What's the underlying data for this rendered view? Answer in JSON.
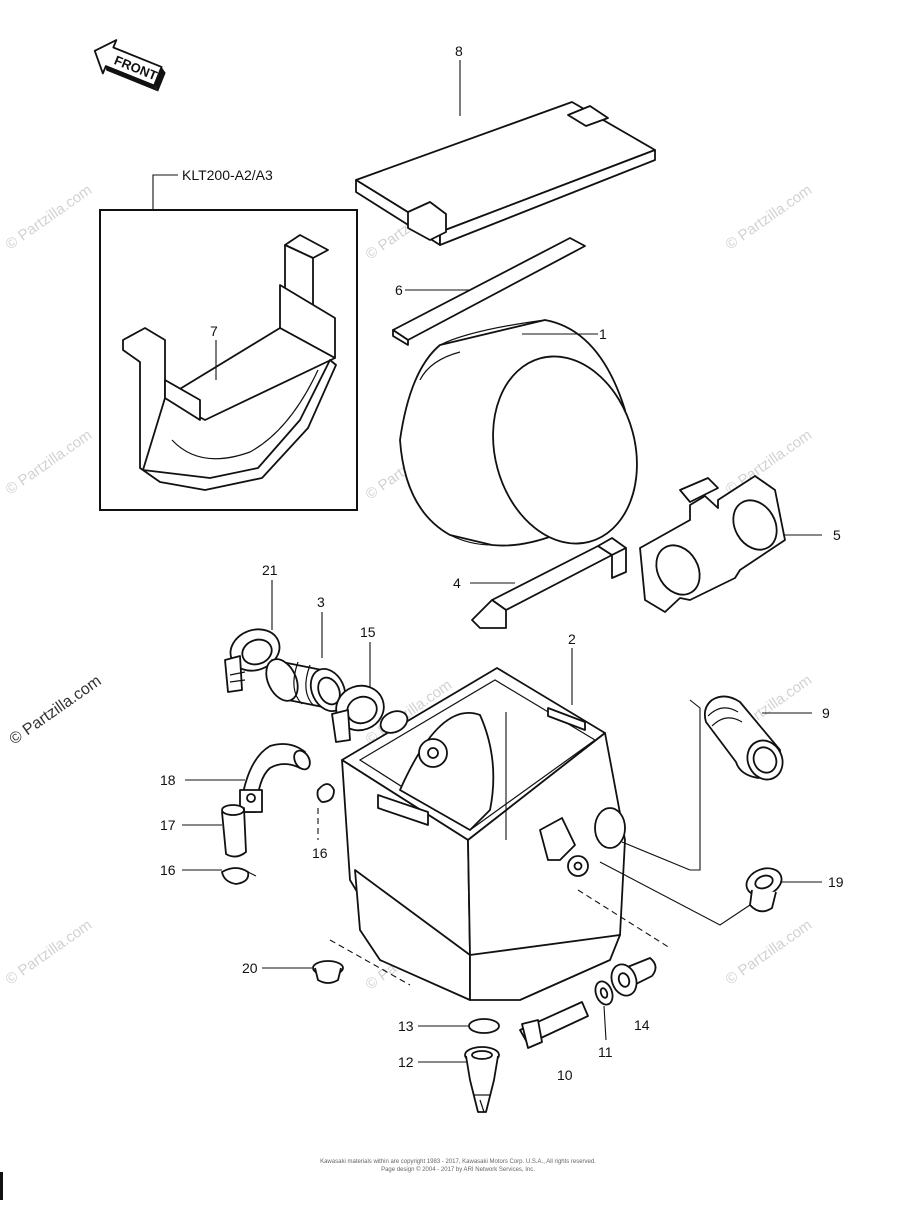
{
  "front_label": "FRONT",
  "inset_label": "KLT200-A2/A3",
  "callouts": {
    "c1": "1",
    "c2": "2",
    "c3": "3",
    "c4": "4",
    "c5": "5",
    "c6": "6",
    "c7": "7",
    "c8": "8",
    "c9": "9",
    "c10": "10",
    "c11": "11",
    "c12": "12",
    "c13": "13",
    "c14": "14",
    "c15": "15",
    "c16a": "16",
    "c16b": "16",
    "c17": "17",
    "c18": "18",
    "c19": "19",
    "c20": "20",
    "c21": "21"
  },
  "watermark": "© Partzilla.com",
  "footer": {
    "line1": "Kawasaki materials within are copyright 1983 - 2017, Kawasaki Motors Corp. U.S.A., All rights reserved.",
    "line2": "Page design © 2004 - 2017 by ARI Network Services, Inc."
  }
}
